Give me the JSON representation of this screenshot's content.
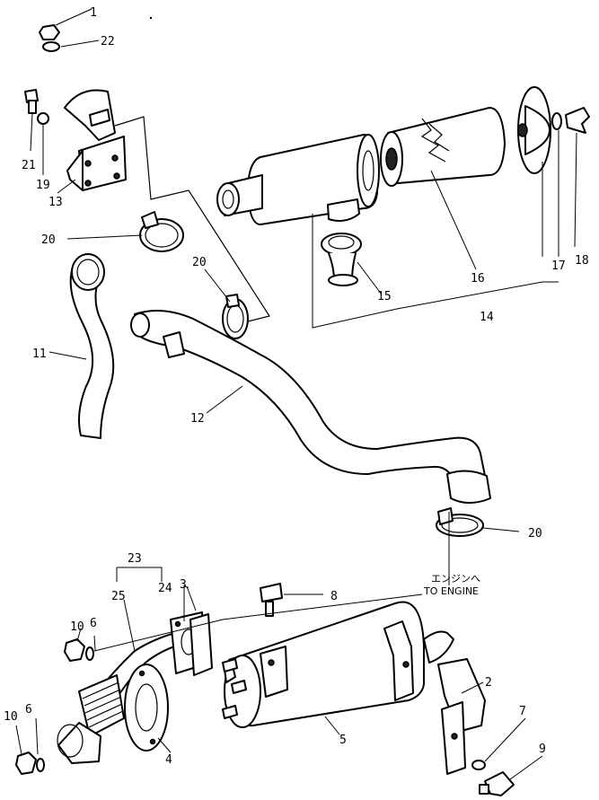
{
  "callouts": {
    "c1": "1",
    "c2": "2",
    "c3": "3",
    "c4": "4",
    "c5": "5",
    "c6a": "6",
    "c6b": "6",
    "c7": "7",
    "c8": "8",
    "c9": "9",
    "c10a": "10",
    "c10b": "10",
    "c11": "11",
    "c12": "12",
    "c13": "13",
    "c14": "14",
    "c15": "15",
    "c16": "16",
    "c17": "17",
    "c18": "18",
    "c19": "19",
    "c20a": "20",
    "c20b": "20",
    "c20c": "20",
    "c21": "21",
    "c22": "22",
    "c23": "23",
    "c24": "24",
    "c25": "25"
  },
  "note": {
    "jp": "エンジンへ",
    "en": "TO ENGINE"
  }
}
